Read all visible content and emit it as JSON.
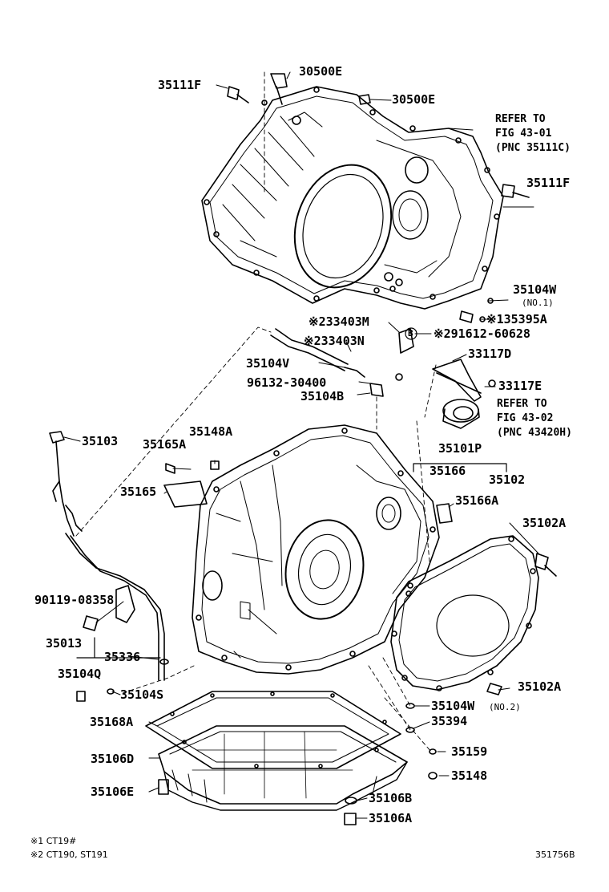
{
  "labels": {
    "l30500e_top": "30500E",
    "l35111f_top": "35111F",
    "l30500e_mid": "30500E",
    "l35111f_right": "35111F",
    "l35104w": "35104W",
    "l_no1": "(NO.1)",
    "l35395a": "※135395A",
    "l33403m": "※233403M",
    "l91612": "※291612-60628",
    "l33403n": "※233403N",
    "l35104v": "35104V",
    "l33117d": "33117D",
    "l96132": "96132-30400",
    "l33117e": "33117E",
    "l35104b": "35104B",
    "l35103": "35103",
    "l35148a": "35148A",
    "l35165a": "35165A",
    "l35101p": "35101P",
    "l35166": "35166",
    "l35102": "35102",
    "l35165": "35165",
    "l35166a": "35166A",
    "l35102a_top": "35102A",
    "l90119": "90119-08358",
    "l35013": "35013",
    "l35336": "35336",
    "l35104q": "35104Q",
    "l35104s": "35104S",
    "l35102a_bot": "35102A",
    "l35104w_no2": "35104W",
    "l_no2": "(NO.2)",
    "l35168a": "35168A",
    "l35394": "35394",
    "l35106d": "35106D",
    "l35159": "35159",
    "l35148": "35148",
    "l35106e": "35106E",
    "l35106b": "35106B",
    "l35106a": "35106A",
    "b_marker": "B"
  },
  "refs": {
    "ref1": [
      "REFER TO",
      "FIG 43-01",
      "(PNC 35111C)"
    ],
    "ref2": [
      "REFER TO",
      "FIG 43-02",
      "(PNC 43420H)"
    ]
  },
  "footnotes": {
    "n1": "※1  CT19#",
    "n2": "※2  CT190, ST191",
    "code": "351756B"
  }
}
